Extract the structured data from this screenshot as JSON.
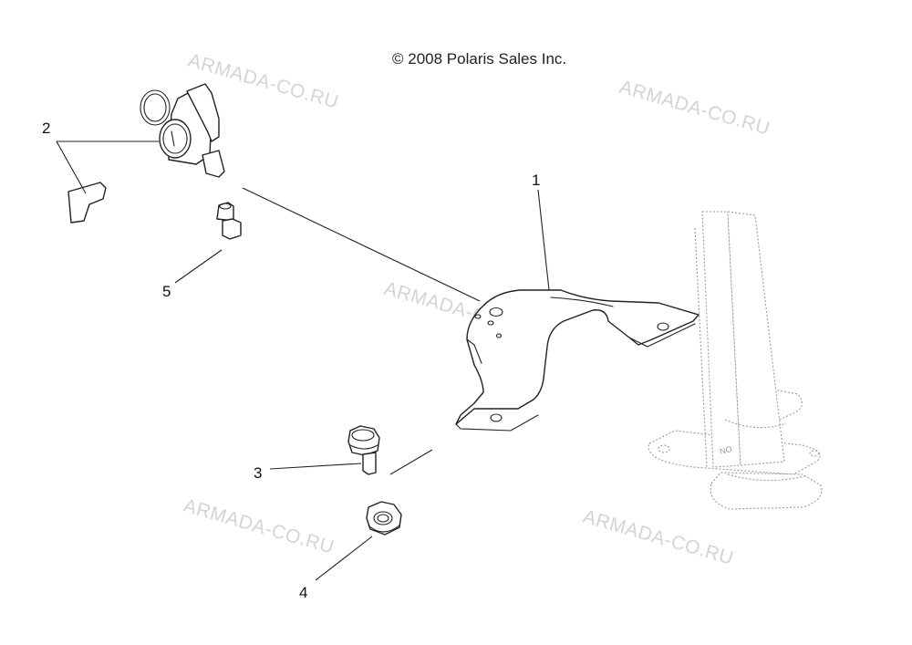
{
  "copyright": "© 2008 Polaris Sales Inc.",
  "watermark": "ARMADA-CO.RU",
  "callouts": [
    {
      "id": "1",
      "label": "1"
    },
    {
      "id": "2",
      "label": "2"
    },
    {
      "id": "3",
      "label": "3"
    },
    {
      "id": "4",
      "label": "4"
    },
    {
      "id": "5",
      "label": "5"
    }
  ],
  "steering_post_marking": "NO",
  "colors": {
    "line": "#222222",
    "ghost": "#9a9a9a",
    "watermark": "#d4d4d4",
    "background": "#ffffff"
  }
}
